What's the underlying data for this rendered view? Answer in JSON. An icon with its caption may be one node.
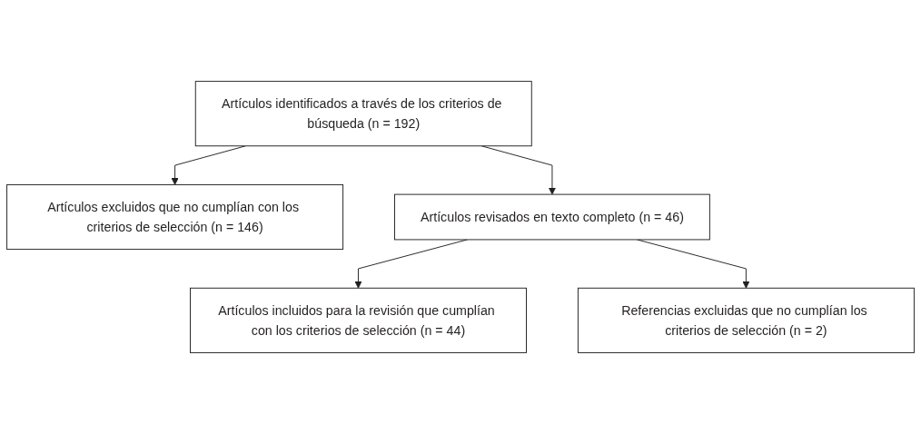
{
  "diagram": {
    "nodes": [
      {
        "text": [
          "Artículos identificados a través de los criterios de búsqueda (n = 192)"
        ]
      },
      {
        "text": [
          "Artículos excluidos que no cumplían con los criterios de selección (n = 146)"
        ]
      },
      {
        "text": [
          "Artículos revisados en texto completo (n = 46)"
        ]
      },
      {
        "text": [
          "Referencias excluidas que no cumplían los criterios de selección (n = 2)"
        ]
      },
      {
        "text": [
          "Artículos incluidos para la revisión que cumplían con los criterios de selección (n = 44)"
        ]
      }
    ],
    "edges": [
      {
        "from": 0,
        "to": 2,
        "arrow": "to"
      },
      {
        "from": 0,
        "to": 1,
        "arrow": "to"
      },
      {
        "from": 2,
        "to": 4,
        "arrow": "to"
      },
      {
        "from": 2,
        "to": 3,
        "arrow": "to"
      }
    ]
  }
}
